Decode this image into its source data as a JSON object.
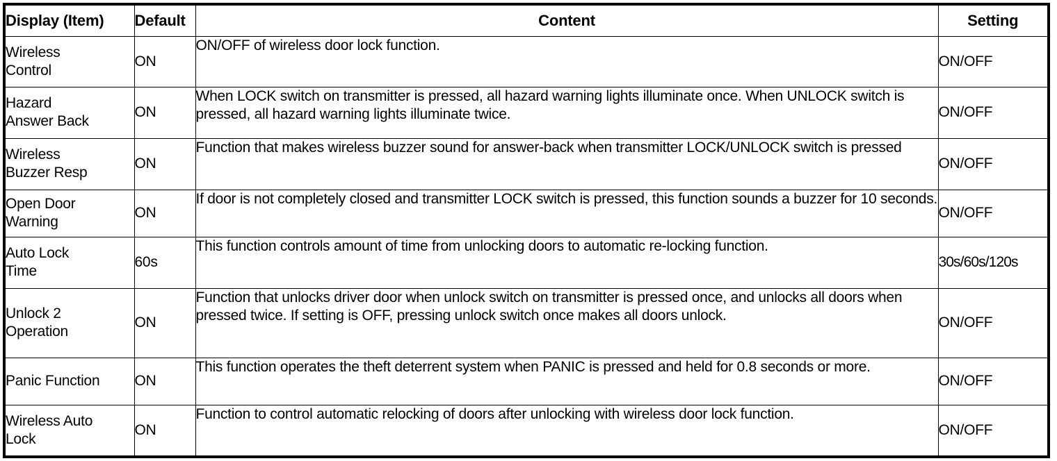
{
  "table": {
    "columns": [
      {
        "key": "display",
        "label": "Display (Item)"
      },
      {
        "key": "default",
        "label": "Default"
      },
      {
        "key": "content",
        "label": "Content"
      },
      {
        "key": "setting",
        "label": "Setting"
      }
    ],
    "rows": [
      {
        "display": "Wireless\nControl",
        "default": "ON",
        "content": "ON/OFF of wireless door lock function.",
        "setting": "ON/OFF"
      },
      {
        "display": "Hazard\nAnswer Back",
        "default": "ON",
        "content": "When LOCK switch on transmitter is pressed, all hazard warning lights illuminate once. When UNLOCK switch is pressed, all hazard warning lights illuminate twice.",
        "setting": "ON/OFF"
      },
      {
        "display": "Wireless\nBuzzer Resp",
        "default": "ON",
        "content": "Function that makes wireless buzzer sound for answer-back when transmitter LOCK/UNLOCK switch is pressed",
        "setting": "ON/OFF"
      },
      {
        "display": "Open Door\nWarning",
        "default": "ON",
        "content": "If door is not completely closed and transmitter LOCK switch is pressed, this function sounds a buzzer for 10 seconds.",
        "setting": "ON/OFF"
      },
      {
        "display": "Auto Lock\nTime",
        "default": "60s",
        "content": "This function controls amount of time from unlocking doors to automatic re-locking function.",
        "setting": "30s/60s/120s"
      },
      {
        "display": "Unlock 2\nOperation",
        "default": "ON",
        "content": "Function that unlocks driver door when unlock switch on transmitter is pressed once, and unlocks all doors when pressed twice. If setting is OFF, pressing unlock switch once makes all doors unlock.",
        "setting": "ON/OFF"
      },
      {
        "display": "Panic Function",
        "default": "ON",
        "content": "This function operates the theft deterrent system when PANIC is pressed and held for 0.8 seconds or more.",
        "setting": "ON/OFF"
      },
      {
        "display": "Wireless Auto\nLock",
        "default": "ON",
        "content": "Function to control automatic relocking of doors after unlocking with wireless door lock function.",
        "setting": "ON/OFF"
      }
    ]
  },
  "colors": {
    "border": "#000000",
    "text": "#000000",
    "background": "#ffffff"
  }
}
